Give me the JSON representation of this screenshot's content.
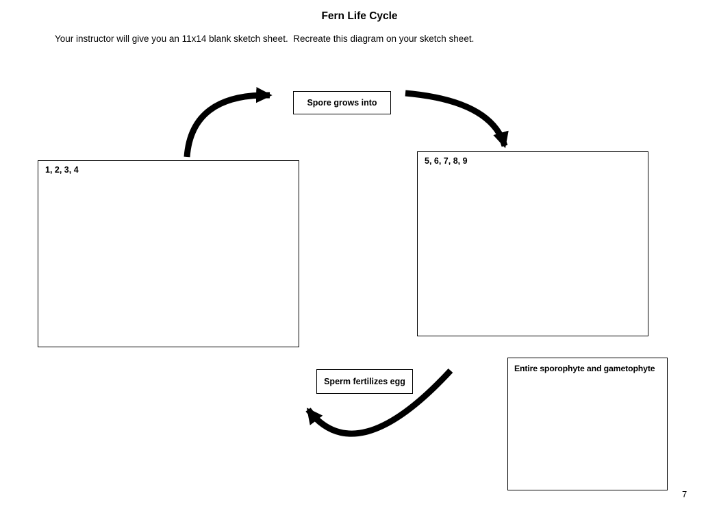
{
  "page": {
    "title": "Fern Life Cycle",
    "instructions": "Your instructor will give you an 11x14 blank sketch sheet.  Recreate this diagram on your sketch sheet.",
    "page_number": "7",
    "background": "#ffffff",
    "ink": "#000000"
  },
  "diagram": {
    "spore_box": {
      "label": "Spore grows into"
    },
    "left_box": {
      "label": "1, 2, 3, 4"
    },
    "right_box": {
      "label": "5, 6, 7, 8, 9"
    },
    "sperm_box": {
      "label": "Sperm fertilizes egg"
    },
    "entire_box": {
      "label": "Entire sporophyte and gametophyte"
    }
  }
}
